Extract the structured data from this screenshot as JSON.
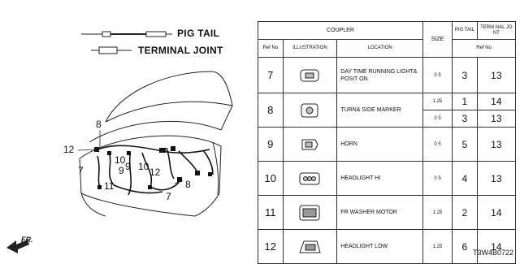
{
  "legend": {
    "pig_tail": "PIG TAIL",
    "terminal_joint": "TERMINAL JOINT"
  },
  "callouts": [
    "8",
    "12",
    "7",
    "10",
    "9",
    "11",
    "9",
    "10",
    "12",
    "8",
    "7"
  ],
  "front_label": "FR.",
  "diagram_code": "T3W4B0722",
  "table": {
    "header": {
      "coupler": "COUPLER",
      "ref_no": "Ref No",
      "illustration": "ILLUSTRATION",
      "location": "LOCATION",
      "size": "SIZE",
      "pig_tail": "PIG TAIL",
      "terminal_joint": "TERM NAL JO NT",
      "ref_no_right": "Ref No"
    },
    "rows": [
      {
        "ref": "7",
        "location": "DAY TIME RUNNING LIGHT& POSIT ON",
        "sub": [
          {
            "size": "0 5",
            "pig": "3",
            "term": "13"
          }
        ]
      },
      {
        "ref": "8",
        "location": "TURN& SIDE MARKER",
        "sub": [
          {
            "size": "1 25",
            "pig": "1",
            "term": "14"
          },
          {
            "size": "0 5",
            "pig": "3",
            "term": "13"
          }
        ]
      },
      {
        "ref": "9",
        "location": "HORN",
        "sub": [
          {
            "size": "0 5",
            "pig": "5",
            "term": "13"
          }
        ]
      },
      {
        "ref": "10",
        "location": "HEADLIGHT HI",
        "sub": [
          {
            "size": "0 5",
            "pig": "4",
            "term": "13"
          }
        ]
      },
      {
        "ref": "11",
        "location": "FR WASHER MOTOR",
        "sub": [
          {
            "size": "1 25",
            "pig": "2",
            "term": "14"
          }
        ]
      },
      {
        "ref": "12",
        "location": "HEADLIGHT LOW",
        "sub": [
          {
            "size": "1.25",
            "pig": "6",
            "term": "14"
          }
        ]
      }
    ]
  }
}
